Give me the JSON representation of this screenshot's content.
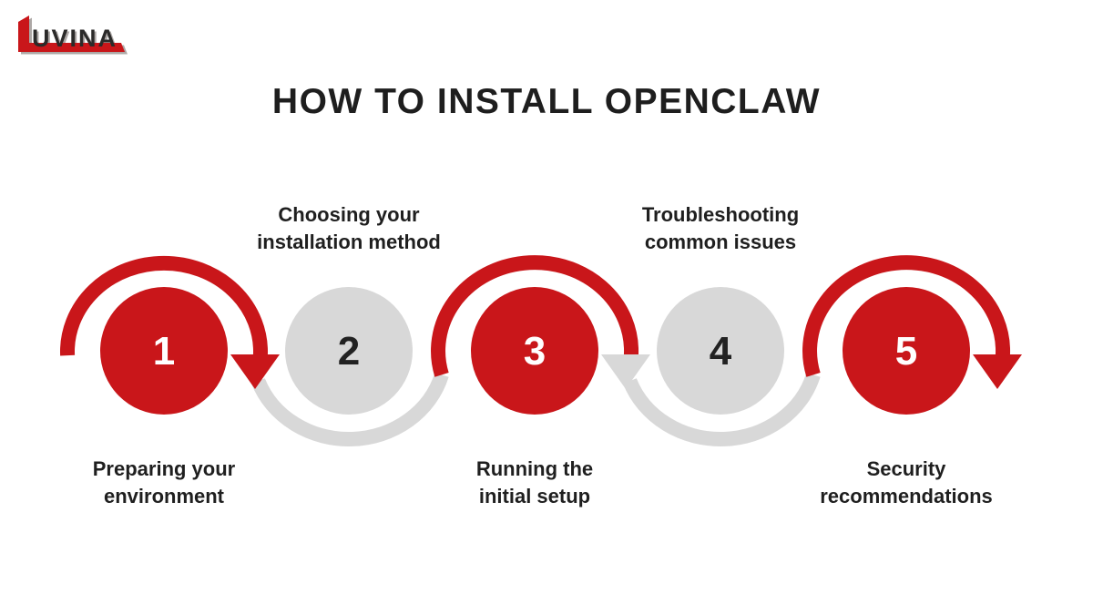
{
  "logo": {
    "text": "UVINA"
  },
  "title": "HOW TO INSTALL OPENCLAW",
  "colors": {
    "red": "#C9161A",
    "gray_circle": "#D8D8D8",
    "gray_arc": "#D8D8D8",
    "text_dark": "#1F1F1F",
    "number_on_red": "#FFFFFF",
    "number_on_gray": "#222222",
    "logo_text": "#2B2A29",
    "logo_shadow": "#ADA8A6",
    "background": "#FFFFFF"
  },
  "steps": [
    {
      "number": "1",
      "label": "Preparing your\nenvironment",
      "circle_color": "red",
      "label_position": "below"
    },
    {
      "number": "2",
      "label": "Choosing your\ninstallation method",
      "circle_color": "gray",
      "label_position": "above"
    },
    {
      "number": "3",
      "label": "Running the\ninitial setup",
      "circle_color": "red",
      "label_position": "below"
    },
    {
      "number": "4",
      "label": "Troubleshooting\ncommon issues",
      "circle_color": "gray",
      "label_position": "above"
    },
    {
      "number": "5",
      "label": "Security\nrecommendations",
      "circle_color": "red",
      "label_position": "below"
    }
  ]
}
